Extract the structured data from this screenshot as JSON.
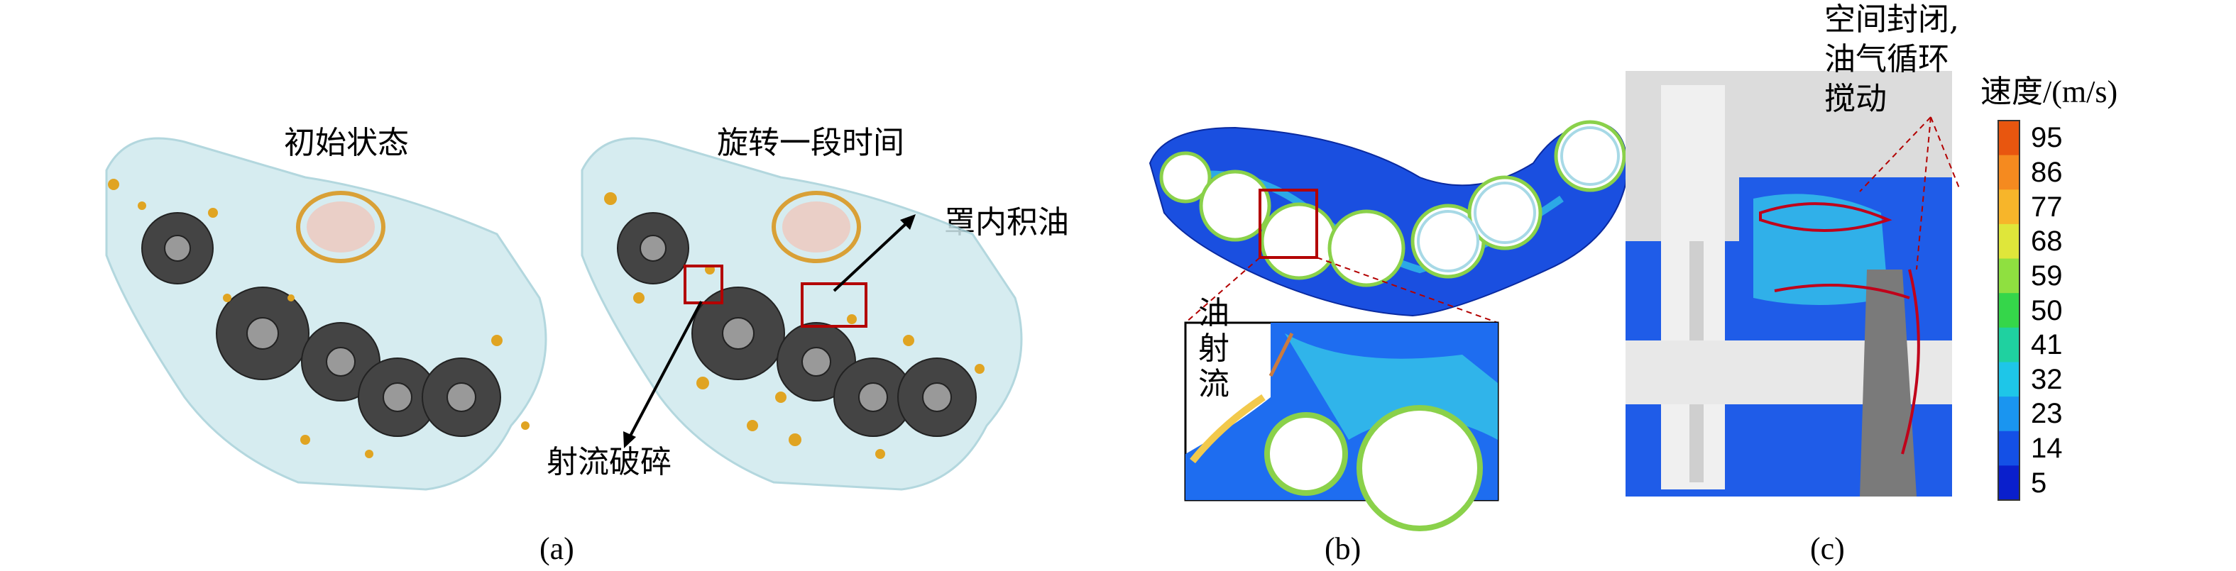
{
  "panel_a": {
    "label_initial": "初始状态",
    "label_rotated": "旋转一段时间",
    "annotation_oil_in_cover": "罩内积油",
    "annotation_jet_breakup": "射流破碎",
    "caption": "(a)"
  },
  "panel_b": {
    "inset_label_lines": [
      "油",
      "射",
      "流"
    ],
    "caption": "(b)"
  },
  "panel_c": {
    "annotation_lines": [
      "空间封闭,",
      "油气循环",
      "搅动"
    ],
    "colorbar_title": "速度/(m/s)",
    "colorbar_ticks": [
      "95",
      "86",
      "77",
      "68",
      "59",
      "50",
      "41",
      "32",
      "23",
      "14",
      "5"
    ],
    "colorbar_colors": [
      "#e8560f",
      "#f58a1f",
      "#f7b52a",
      "#dfe63a",
      "#8fe040",
      "#35d64a",
      "#1fd1a0",
      "#1ec6e8",
      "#1a95f0",
      "#1450e6",
      "#0a1fcc"
    ],
    "caption": "(c)"
  }
}
